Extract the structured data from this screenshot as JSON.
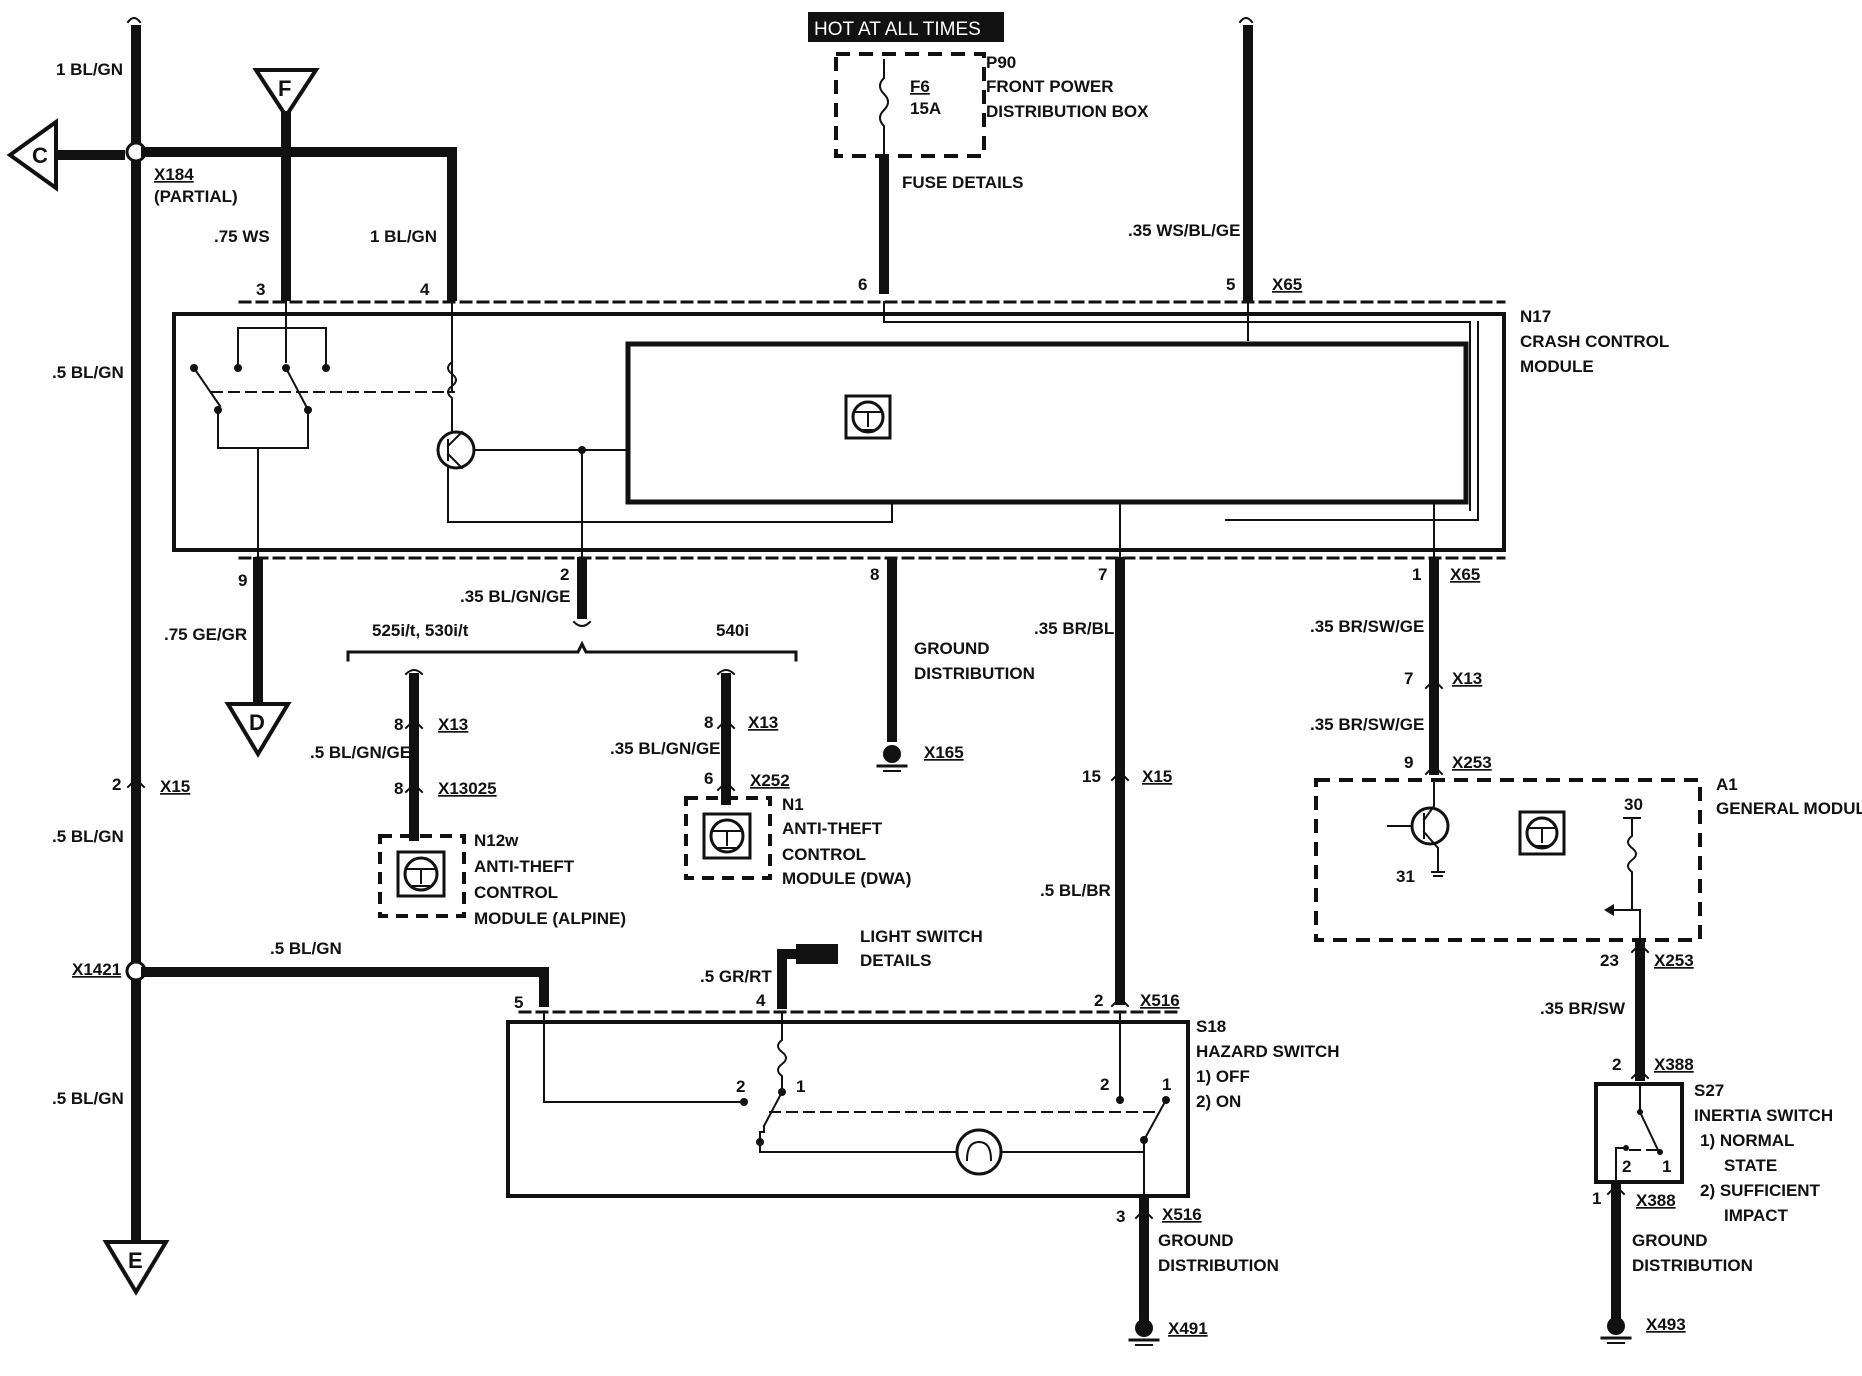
{
  "connectors": {
    "c": "C",
    "f": "F",
    "d": "D",
    "e": "E"
  },
  "banner": "HOT AT ALL TIMES",
  "fuse_box": {
    "id": "P90",
    "name_line1": "FRONT POWER",
    "name_line2": "DISTRIBUTION BOX",
    "fuse_id": "F6",
    "fuse_rating": "15A",
    "details": "FUSE DETAILS"
  },
  "wires": {
    "left_top": "1 BL/GN",
    "x184": "X184",
    "x184_partial": "(PARTIAL)",
    "ws": ".75 WS",
    "blgn_1": "1 BL/GN",
    "wsblge": ".35 WS/BL/GE",
    "left_mid": ".5 BL/GN",
    "gegr": ".75 GE/GR",
    "blgnge_35": ".35 BL/GN/GE",
    "variant_a": "525i/t, 530i/t",
    "variant_b": "540i",
    "blgnge_5": ".5 BL/GN/GE",
    "blgnge_35b": ".35 BL/GN/GE",
    "brbl": ".35 BR/BL",
    "brswge_1": ".35 BR/SW/GE",
    "brswge_2": ".35 BR/SW/GE",
    "blbr": ".5 BL/BR",
    "left_low": ".5 BL/GN",
    "blgn_horiz": ".5 BL/GN",
    "grrt": ".5 GR/RT",
    "left_bottom": ".5 BL/GN",
    "brsw": ".35 BR/SW"
  },
  "pins": {
    "n17_3": "3",
    "n17_4": "4",
    "n17_6": "6",
    "n17_5": "5",
    "n17_9": "9",
    "n17_2": "2",
    "n17_8": "8",
    "n17_7": "7",
    "n17_1": "1",
    "x13_a": "8",
    "x13025": "8",
    "x13_b": "8",
    "x252": "6",
    "x15_left": "2",
    "x15_mid": "15",
    "x13_r": "7",
    "x253_9": "9",
    "a1_30": "30",
    "a1_31": "31",
    "x253_23": "23",
    "s18_5": "5",
    "s18_4": "4",
    "s18_2": "2",
    "s18_3": "3",
    "sw_a2": "2",
    "sw_a1": "1",
    "sw_b2": "2",
    "sw_b1": "1",
    "x388_2": "2",
    "s27_2": "2",
    "s27_1": "1",
    "x388_1": "1"
  },
  "connector_ids": {
    "x65_top": "X65",
    "x65_bot": "X65",
    "x13_a": "X13",
    "x13025": "X13025",
    "x13_b": "X13",
    "x252": "X252",
    "x165": "X165",
    "x15_left": "X15",
    "x15_mid": "X15",
    "x13_r": "X13",
    "x253_a": "X253",
    "x253_b": "X253",
    "x1421": "X1421",
    "x516_a": "X516",
    "x516_b": "X516",
    "x491": "X491",
    "x388_a": "X388",
    "x388_b": "X388",
    "x493": "X493"
  },
  "modules": {
    "n17_id": "N17",
    "n17_line1": "CRASH CONTROL",
    "n17_line2": "MODULE",
    "ground_dist_1": "GROUND",
    "ground_dist_1b": "DISTRIBUTION",
    "n12w_id": "N12w",
    "n12w_line1": "ANTI-THEFT",
    "n12w_line2": "CONTROL",
    "n12w_line3": "MODULE (ALPINE)",
    "n1_id": "N1",
    "n1_line1": "ANTI-THEFT",
    "n1_line2": "CONTROL",
    "n1_line3": "MODULE (DWA)",
    "a1_id": "A1",
    "a1_line1": "GENERAL MODULE",
    "light_line1": "LIGHT SWITCH",
    "light_line2": "DETAILS",
    "s18_id": "S18",
    "s18_line1": "HAZARD SWITCH",
    "s18_off": "1)  OFF",
    "s18_on": "2)  ON",
    "ground_dist_2": "GROUND",
    "ground_dist_2b": "DISTRIBUTION",
    "s27_id": "S27",
    "s27_line1": "INERTIA SWITCH",
    "s27_normal_a": "1)   NORMAL",
    "s27_normal_b": "STATE",
    "s27_suff_a": "2)   SUFFICIENT",
    "s27_suff_b": "IMPACT",
    "ground_dist_3": "GROUND",
    "ground_dist_3b": "DISTRIBUTION"
  }
}
